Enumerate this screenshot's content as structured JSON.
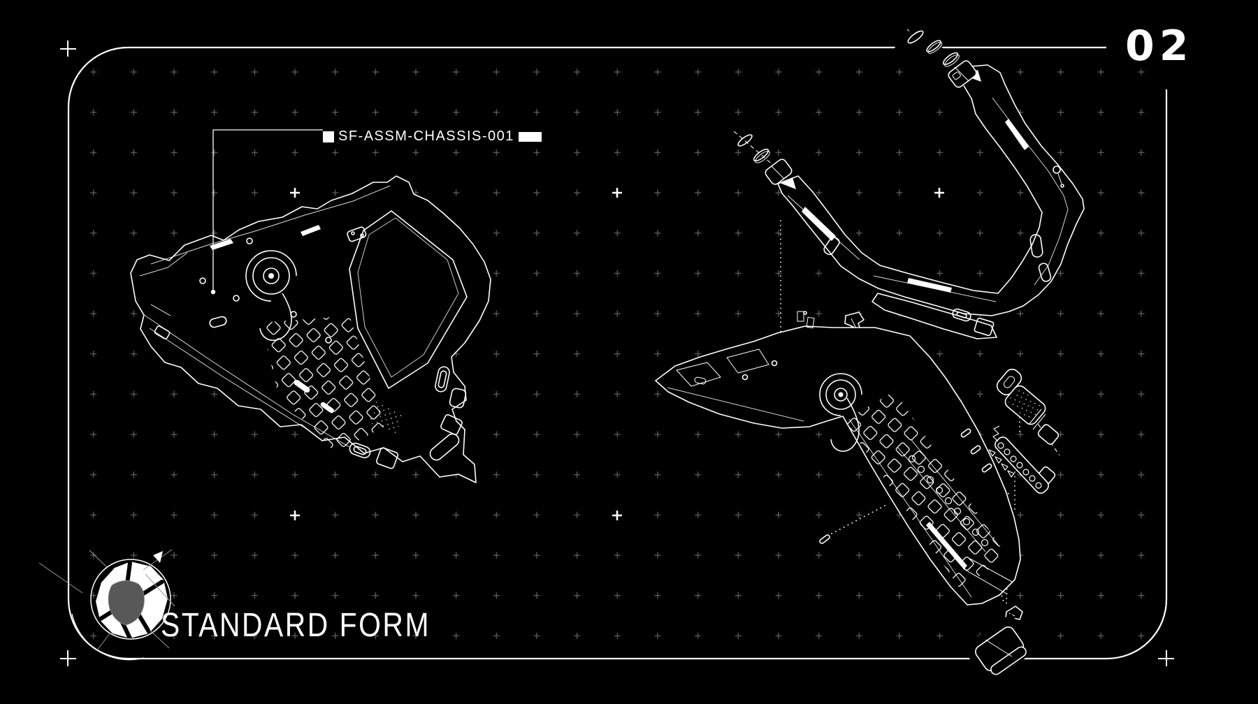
{
  "page": {
    "number": "02",
    "background_color": "#000000",
    "line_color": "#ffffff",
    "grid_plus_color": "#707070"
  },
  "callout": {
    "part_id": "SF-ASSM-CHASSIS-001"
  },
  "brand": {
    "name": "STANDARD FORM",
    "logo": "fractured-sphere-icon",
    "logo_core_color": "#585858"
  },
  "drawings": {
    "left": {
      "name": "chassis assembled view"
    },
    "right": {
      "name": "chassis exploded view"
    }
  }
}
